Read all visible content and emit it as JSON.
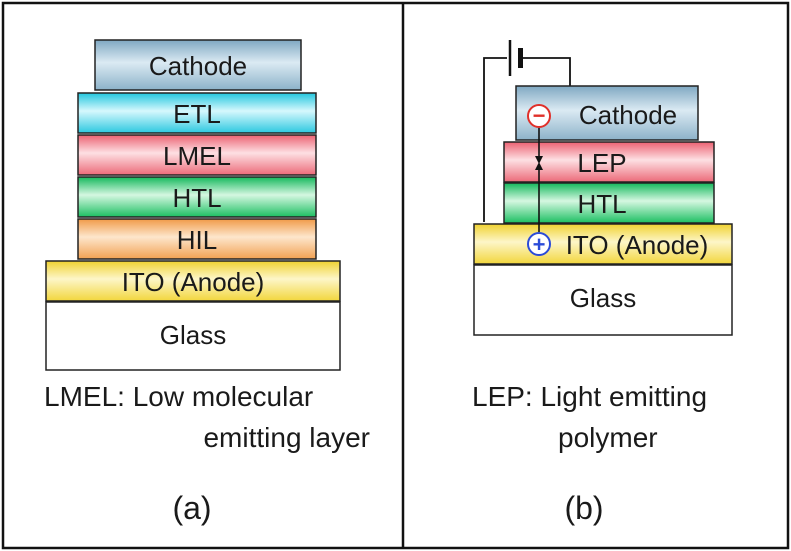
{
  "panel_a": {
    "layers": {
      "cathode": "Cathode",
      "etl": "ETL",
      "lmel": "LMEL",
      "htl": "HTL",
      "hil": "HIL",
      "ito": "ITO (Anode)",
      "glass": "Glass"
    },
    "caption_line1": "LMEL: Low molecular",
    "caption_line2": "emitting layer",
    "tag": "(a)"
  },
  "panel_b": {
    "layers": {
      "cathode": "Cathode",
      "lep": "LEP",
      "htl": "HTL",
      "ito": "ITO (Anode)",
      "glass": "Glass"
    },
    "caption_line1": "LEP: Light emitting",
    "caption_line2": "polymer",
    "tag": "(b)",
    "minus_symbol": "−",
    "plus_symbol": "+"
  },
  "colors": {
    "cathode": "#a8c8dc",
    "etl": "#5ee0f0",
    "lmel": "#f08a96",
    "htl": "#3ad37a",
    "hil": "#f2b06c",
    "ito": "#f5e060",
    "glass": "#ffffff",
    "minus": "#e0302a",
    "plus": "#2b4bd8"
  }
}
